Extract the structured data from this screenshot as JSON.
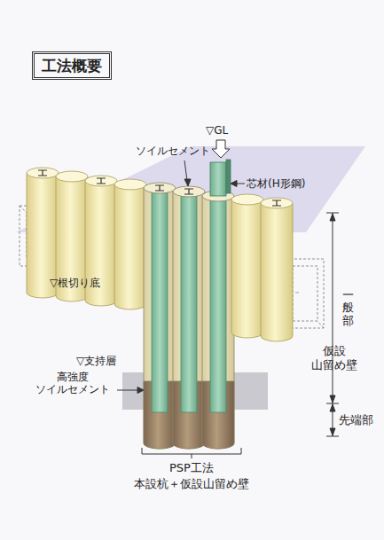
{
  "diagram": {
    "title": "工法概要",
    "labels": [
      "▽GL",
      "ソイルセメント",
      "芯材(H形鋼)",
      "▽根切り底",
      "一般部",
      "仮設 山留め壁",
      "▽支持層",
      "高強度 ソイルセメント",
      "先端部",
      "PSP工法",
      "本設杭＋仮設山留め壁"
    ]
  }
}
